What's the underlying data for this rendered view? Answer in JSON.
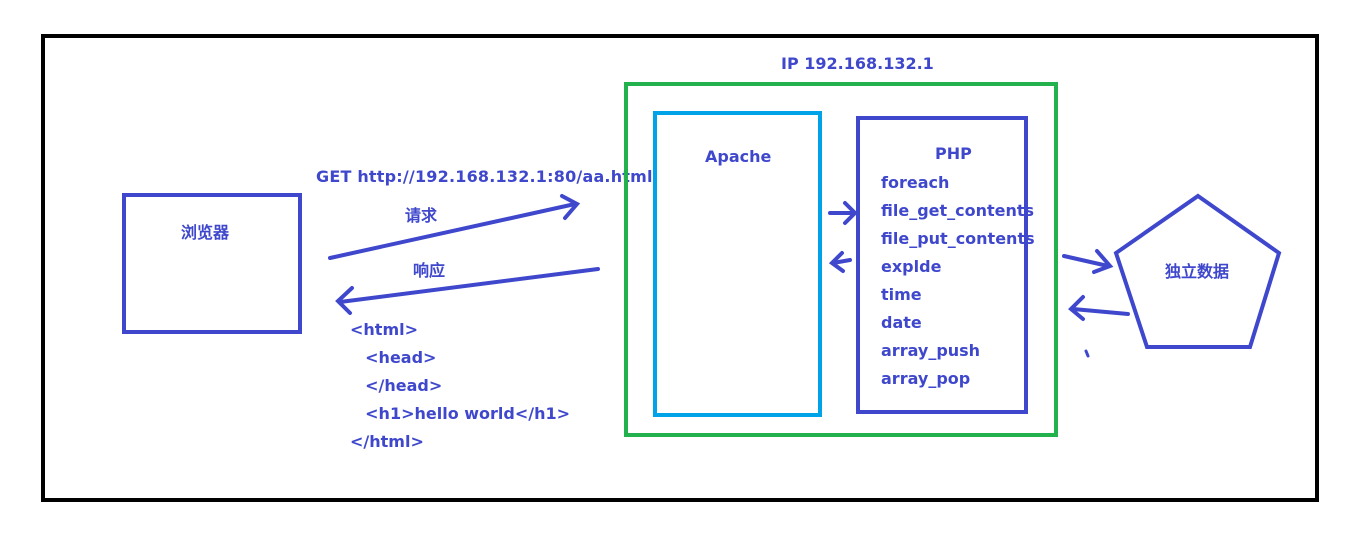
{
  "server": {
    "ip_label": "IP 192.168.132.1"
  },
  "browser": {
    "label": "浏览器"
  },
  "request": {
    "url": "GET http://192.168.132.1:80/aa.html",
    "request_label": "请求",
    "response_label": "响应"
  },
  "html_code": {
    "lines": [
      "<html>",
      "  <head>",
      "  </head>",
      "  <h1>hello world</h1>",
      "</html>"
    ]
  },
  "apache": {
    "label": "Apache"
  },
  "php": {
    "label": "PHP",
    "functions": [
      "foreach",
      "file_get_contents",
      "file_put_contents",
      "explde",
      "time",
      "date",
      "array_push",
      "array_pop"
    ]
  },
  "data_store": {
    "label": "独立数据"
  },
  "colors": {
    "border_frame": "#000000",
    "blue": "#3f48cc",
    "green": "#22b14c",
    "cyan": "#00a2e8"
  }
}
